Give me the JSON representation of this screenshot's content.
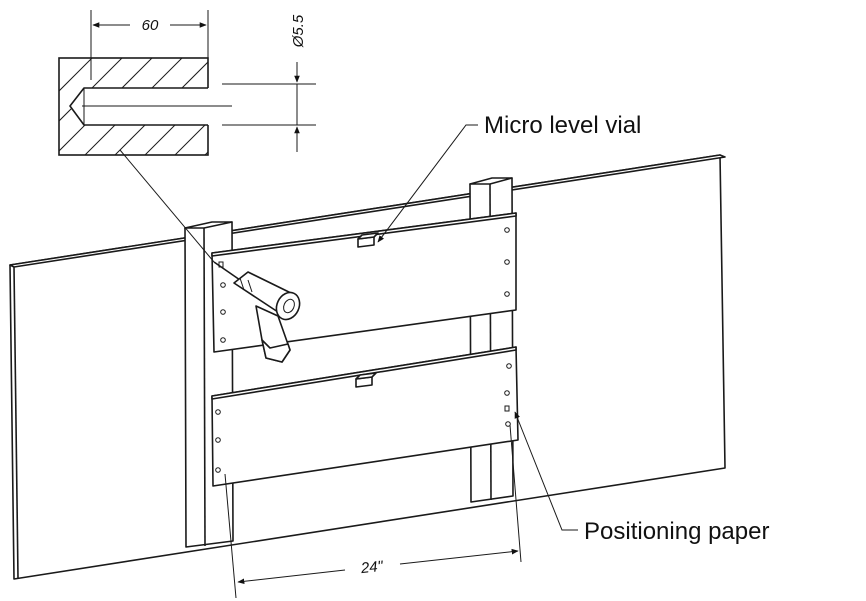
{
  "detail": {
    "width_dim": "60",
    "diameter_dim": "Ø5.5"
  },
  "labels": {
    "micro_level_vial": "Micro level vial",
    "positioning_paper": "Positioning paper"
  },
  "spacing_dim": "24\""
}
